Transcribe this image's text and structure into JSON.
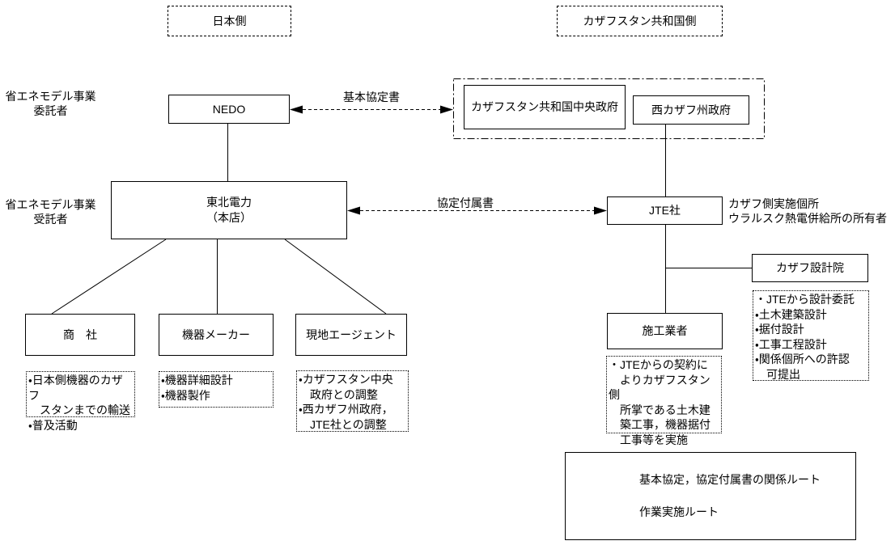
{
  "diagram": {
    "headers": {
      "japan": "日本側",
      "kazakhstan": "カザフスタン共和国側"
    },
    "side_labels": {
      "consignor": "省エネモデル事業\n委託者",
      "trustee": "省エネモデル事業\n受託者"
    },
    "nodes": {
      "nedo": "NEDO",
      "central_gov": "カザフスタン共和国中央政府",
      "west_gov": "西カザフ州政府",
      "tohoku": "東北電力\n（本店）",
      "jte": "JTE社",
      "design_institute": "カザフ設計院",
      "trading_company": "商　社",
      "equipment_maker": "機器メーカー",
      "local_agent": "現地エージェント",
      "contractor": "施工業者"
    },
    "edge_labels": {
      "basic_agreement": "基本協定書",
      "agreement_annex": "協定付属書"
    },
    "notes": {
      "jte_side": "カザフ側実施個所\nウラルスク熱電併給所の所有者",
      "trading_company": "・日本側機器のカザフ\n　スタンまでの輸送\n・普及活動",
      "equipment_maker": "・機器詳細設計\n・機器製作",
      "local_agent": "・カザフスタン中央\n　政府との調整\n・西カザフ州政府，\n　JTE社との調整",
      "contractor": "・JTEからの契約に\n　よりカザフスタン側\n　所掌である土木建\n　築工事，機器据付\n　工事等を実施",
      "design_institute": "・JTEから設計委託\n・土木建築設計\n・据付設計\n・工事工程設計\n・関係個所への許認\n　可提出"
    },
    "legend": {
      "dashed": "基本協定，協定付属書の関係ルート",
      "solid": "作業実施ルート"
    },
    "colors": {
      "line": "#000000",
      "background": "#ffffff"
    }
  }
}
